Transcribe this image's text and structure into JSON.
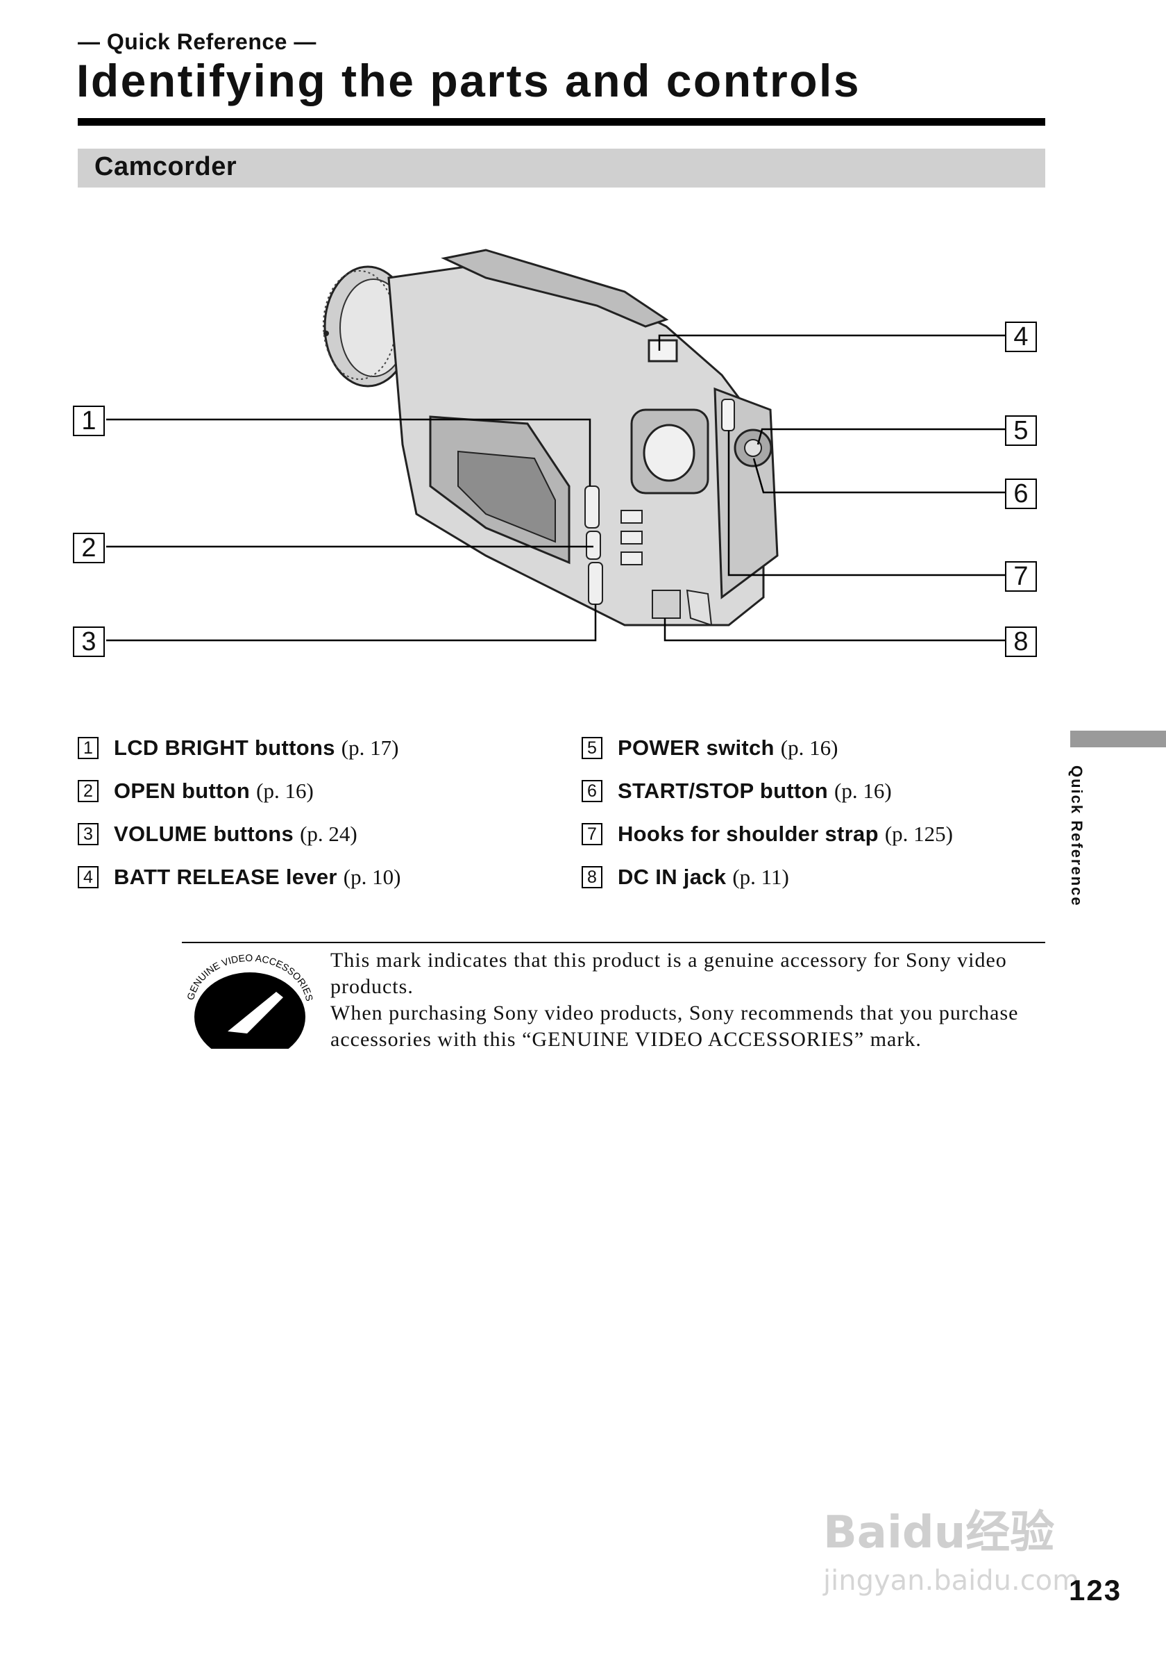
{
  "header": {
    "supertitle": "— Quick Reference —",
    "title": "Identifying the parts and controls"
  },
  "section": {
    "label": "Camcorder"
  },
  "diagram": {
    "callouts": [
      "1",
      "2",
      "3",
      "4",
      "5",
      "6",
      "7",
      "8"
    ]
  },
  "legend": [
    {
      "num": "1",
      "name": "LCD BRIGHT buttons",
      "ref": "(p. 17)"
    },
    {
      "num": "2",
      "name": "OPEN button",
      "ref": "(p. 16)"
    },
    {
      "num": "3",
      "name": "VOLUME buttons",
      "ref": "(p. 24)"
    },
    {
      "num": "4",
      "name": "BATT RELEASE lever",
      "ref": "(p. 10)"
    },
    {
      "num": "5",
      "name": "POWER switch",
      "ref": "(p. 16)"
    },
    {
      "num": "6",
      "name": "START/STOP button",
      "ref": "(p. 16)"
    },
    {
      "num": "7",
      "name": "Hooks for shoulder strap",
      "ref": "(p. 125)"
    },
    {
      "num": "8",
      "name": "DC IN jack",
      "ref": "(p. 11)"
    }
  ],
  "genuine_mark": {
    "logo_text": "GENUINE VIDEO ACCESSORIES",
    "paragraph1": "This mark indicates that this product is a genuine accessory for Sony video products.",
    "paragraph2": "When purchasing Sony video products, Sony recommends that you purchase accessories with this “GENUINE VIDEO ACCESSORIES” mark."
  },
  "side_tab": {
    "label": "Quick Reference"
  },
  "page_number": "123",
  "watermark": {
    "brand": "Baidu经验",
    "url": "jingyan.baidu.com"
  }
}
